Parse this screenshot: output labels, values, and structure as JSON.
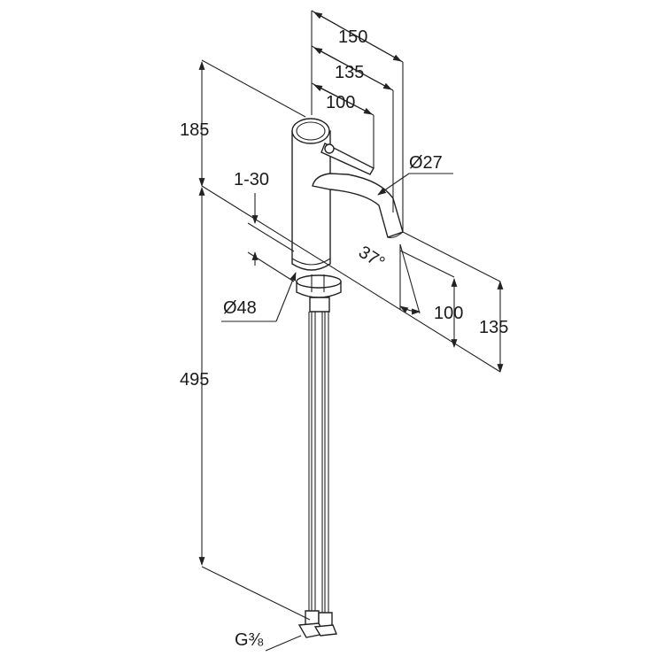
{
  "diagram": {
    "dimensions": {
      "width_overall": "150",
      "width_spout": "135",
      "width_lever": "100",
      "height_top": "185",
      "deck_thickness": "1-30",
      "spout_diameter": "Ø27",
      "body_diameter": "Ø48",
      "spout_angle": "37°",
      "spout_height_low": "100",
      "spout_height_high": "135",
      "hose_length": "495",
      "connection_thread": "G⅜"
    },
    "colors": {
      "line": "#222222",
      "background": "#ffffff"
    }
  }
}
